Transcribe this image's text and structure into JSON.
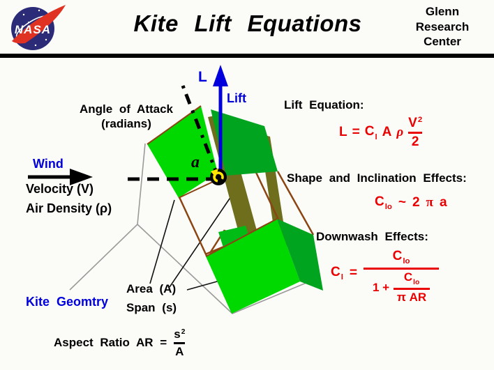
{
  "colors": {
    "background": "#fbfbf8",
    "blue": "#0000dd",
    "red": "#ea0000",
    "green_light": "#00d900",
    "green_dark": "#00a41e",
    "green_mid": "#00bc14",
    "brown": "#8b4513",
    "olive": "#6e6e1c",
    "gray": "#9a9a9a",
    "navy": "#2b2b78",
    "nasa_red": "#e03222",
    "yellow": "#ffe500",
    "black": "#000000"
  },
  "header": {
    "logo_text": "NASA",
    "title": "Kite Lift Equations",
    "org_line1": "Glenn",
    "org_line2": "Research",
    "org_line3": "Center"
  },
  "diagram": {
    "lift_symbol": "L",
    "lift_label": "Lift",
    "wind_label": "Wind",
    "velocity_label": "Velocity (V)",
    "air_density_label": "Air Density (ρ)",
    "angle_label_1": "Angle of Attack",
    "angle_label_2": "(radians)",
    "alpha_symbol": "a",
    "kite_geometry_label": "Kite Geomtry",
    "area_label": "Area (A)",
    "span_label": "Span (s)",
    "aspect": {
      "prefix": "Aspect Ratio AR =",
      "num_base": "s",
      "num_sup": "2",
      "den": "A"
    }
  },
  "equations": {
    "lift_heading": "Lift Equation:",
    "lift": {
      "lhs": "L",
      "eq": "=",
      "coef": "C",
      "coef_sub": "l",
      "area": "A",
      "rho": "ρ",
      "num": "V",
      "num_sup": "2",
      "den": "2"
    },
    "shape_heading": "Shape and Inclination Effects:",
    "shape": {
      "coef": "C",
      "coef_sub": "lo",
      "approx": "~",
      "two": "2",
      "pi": "π",
      "alpha": "a"
    },
    "downwash_heading": "Downwash Effects:",
    "downwash": {
      "lhs": "C",
      "lhs_sub": "l",
      "eq": "=",
      "num": "C",
      "num_sub": "lo",
      "den_prefix": "1 +",
      "inner_num": "C",
      "inner_num_sub": "lo",
      "inner_den": "π AR"
    }
  }
}
